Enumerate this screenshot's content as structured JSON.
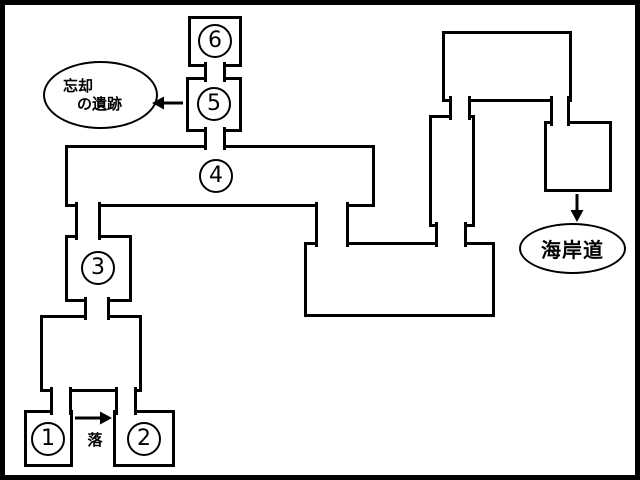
{
  "map": {
    "room_numbers": {
      "n1": "1",
      "n2": "2",
      "n3": "3",
      "n4": "4",
      "n5": "5",
      "n6": "6"
    },
    "labels": {
      "ruins_line1": "忘却",
      "ruins_line2": "の遺跡",
      "coast": "海岸道",
      "fall": "落"
    },
    "icons": {
      "to_ruins": "arrow-left-icon",
      "to_fall": "arrow-right-icon",
      "to_coast": "arrow-down-icon"
    },
    "colors": {
      "line": "#000000",
      "background": "#ffffff"
    }
  }
}
